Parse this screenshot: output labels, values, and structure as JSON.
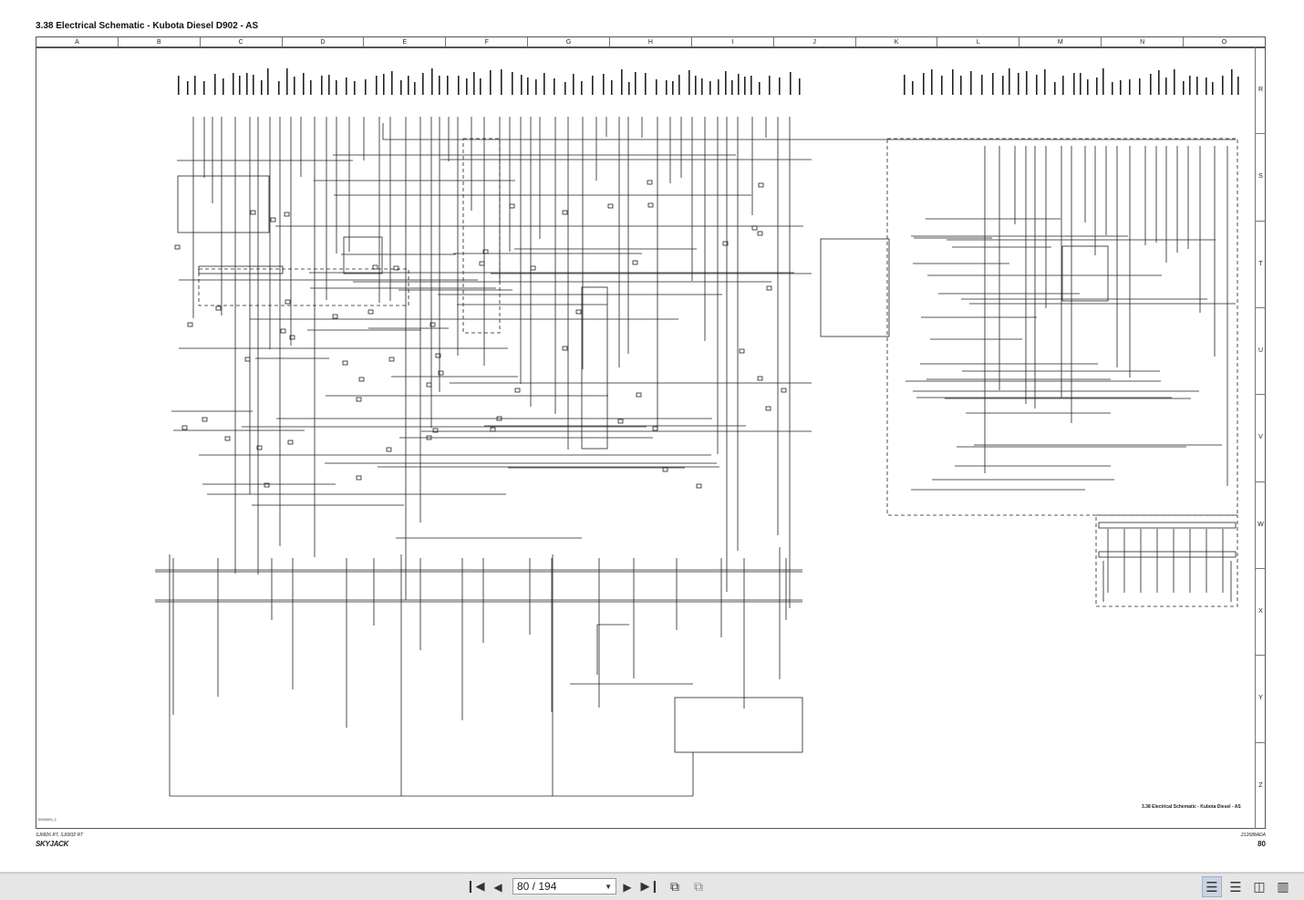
{
  "document": {
    "title": "3.38  Electrical Schematic - Kubota Diesel D902 - AS",
    "inner_caption": "3.38  Electrical Schematic - Kubota Diesel - AS",
    "drawing_ref": "0000000_1",
    "models": "SJ6826 RT, SJ6832 RT",
    "brand": "SKYJACK",
    "doc_number": "212688ADA",
    "page_number": "80",
    "column_labels": [
      "A",
      "B",
      "C",
      "D",
      "E",
      "F",
      "G",
      "H",
      "I",
      "J",
      "K",
      "L",
      "M",
      "N",
      "O"
    ],
    "row_labels": [
      "R",
      "S",
      "T",
      "U",
      "V",
      "W",
      "X",
      "Y",
      "Z"
    ]
  },
  "viewer": {
    "page_field": "80 / 194",
    "icons": {
      "first": "first-page-icon",
      "prev": "previous-page-icon",
      "next": "next-page-icon",
      "last": "last-page-icon",
      "back": "view-back-icon",
      "forward": "view-forward-icon",
      "single": "single-page-icon",
      "continuous": "continuous-page-icon",
      "facing": "facing-pages-icon",
      "cover": "cover-pages-icon"
    }
  }
}
